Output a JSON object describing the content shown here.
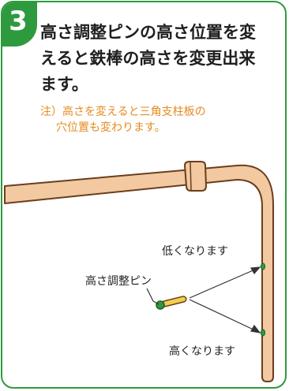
{
  "step": {
    "number": "3",
    "title_lines": [
      "高さ調整ピンの高さ位置を変",
      "えると鉄棒の高さを変更出来",
      "ます。"
    ],
    "note_lines": [
      "注）高さを変えると三角支柱板の",
      "穴位置も変わります。"
    ]
  },
  "labels": {
    "lower": "低くなります",
    "pin": "高さ調整ピン",
    "higher": "高くなります"
  },
  "colors": {
    "accent_green": "#2e9a3e",
    "note_orange": "#e58a1e",
    "bar_fill": "#f2c9a0",
    "bar_outline": "#6a3e1e"
  }
}
